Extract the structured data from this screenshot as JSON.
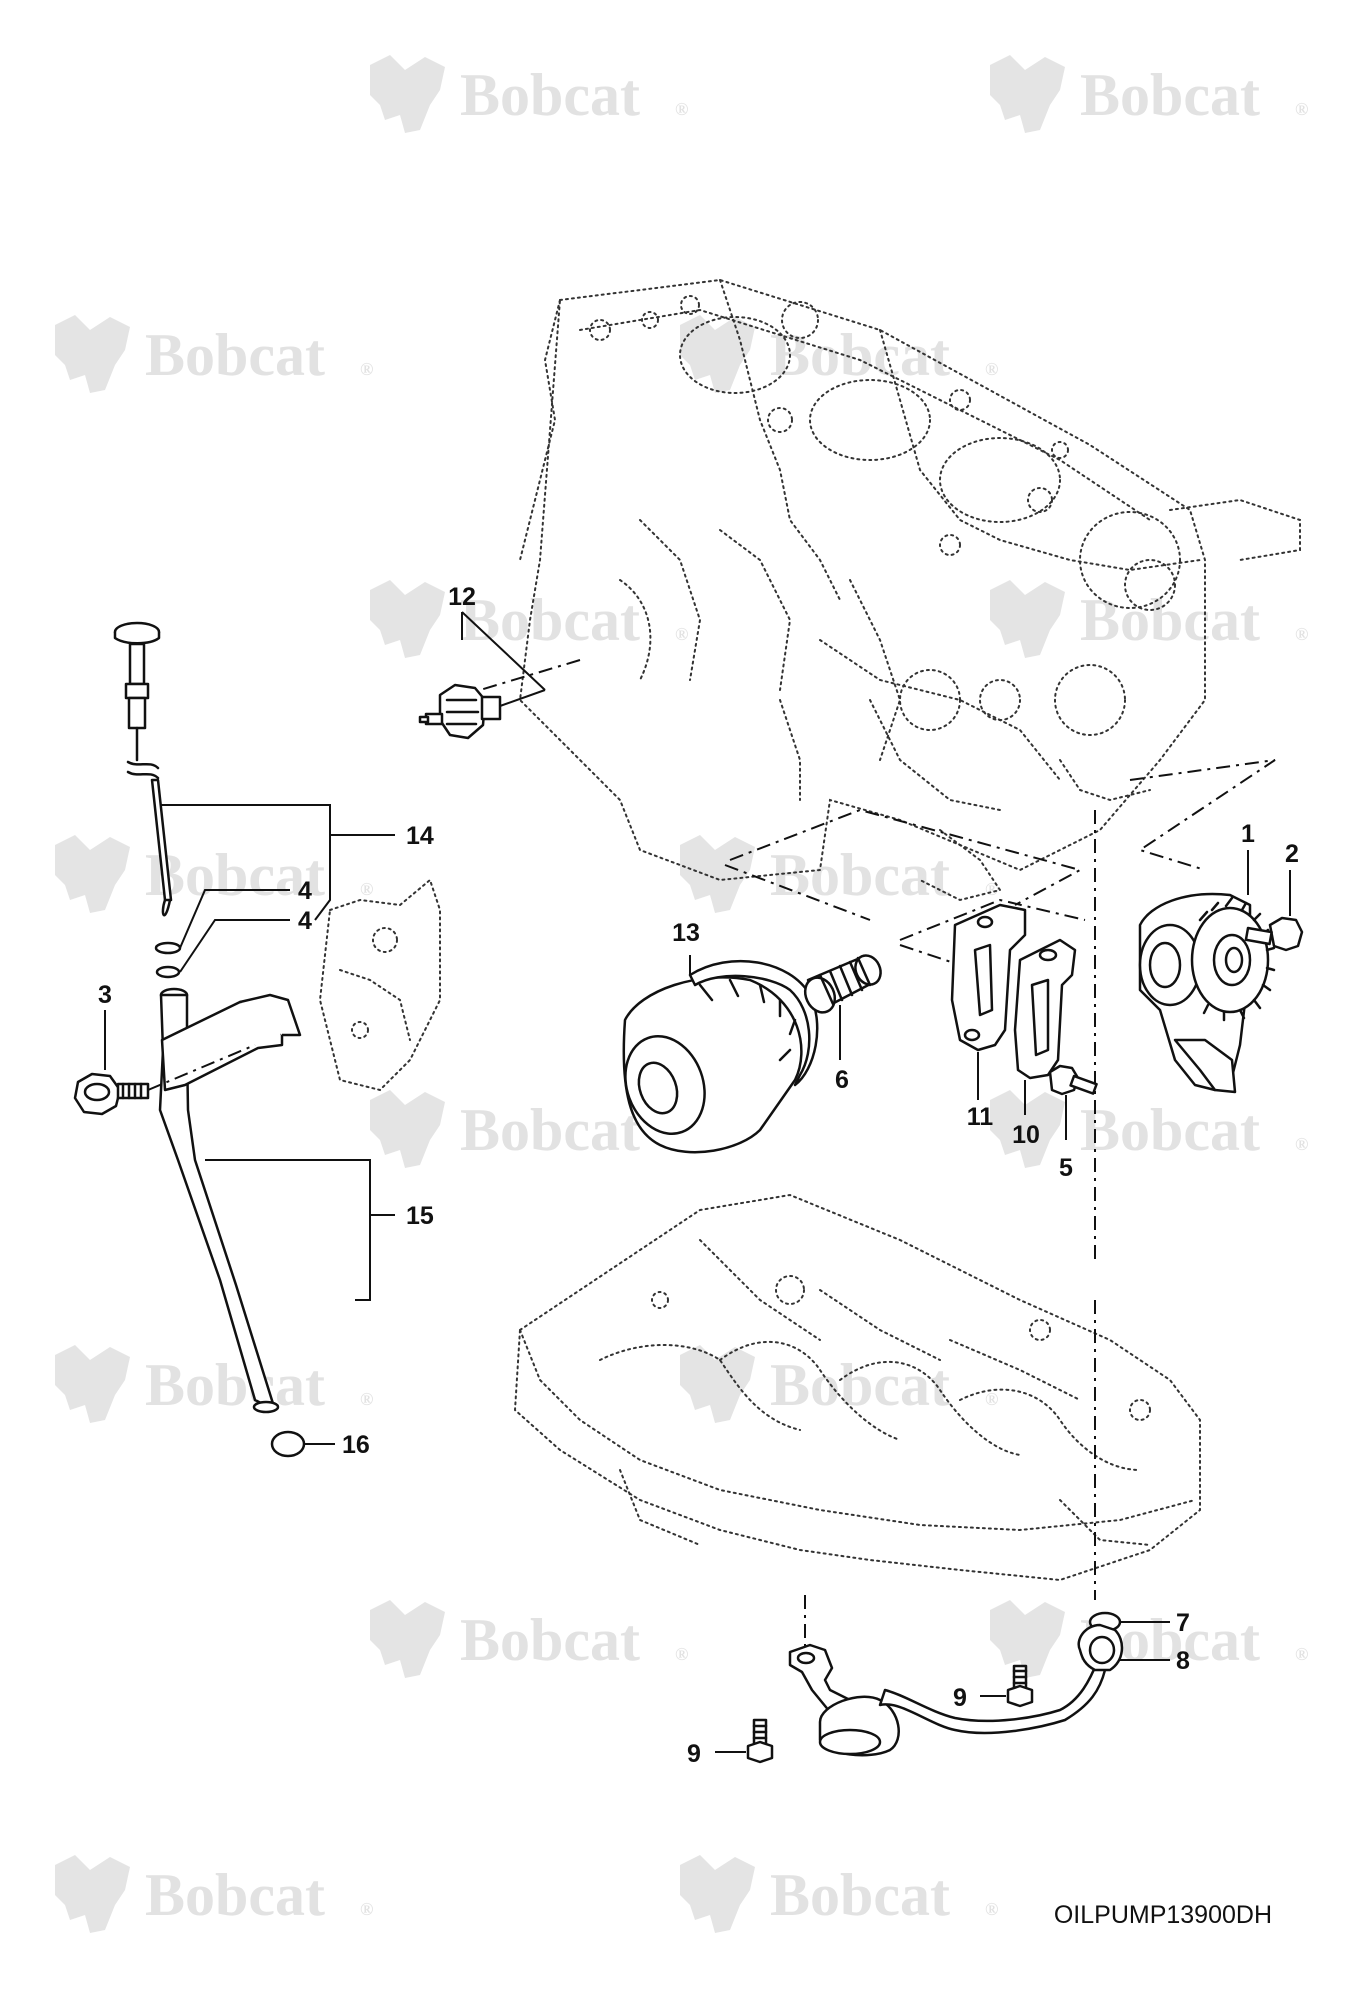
{
  "diagram": {
    "drawing_code": "OILPUMP13900DH",
    "watermark_text": "Bobcat",
    "watermark_mark": "®",
    "callouts": [
      {
        "id": "c1",
        "label": "1"
      },
      {
        "id": "c2",
        "label": "2"
      },
      {
        "id": "c3",
        "label": "3"
      },
      {
        "id": "c4a",
        "label": "4"
      },
      {
        "id": "c4b",
        "label": "4"
      },
      {
        "id": "c5",
        "label": "5"
      },
      {
        "id": "c6",
        "label": "6"
      },
      {
        "id": "c7",
        "label": "7"
      },
      {
        "id": "c8",
        "label": "8"
      },
      {
        "id": "c9a",
        "label": "9"
      },
      {
        "id": "c9b",
        "label": "9"
      },
      {
        "id": "c10",
        "label": "10"
      },
      {
        "id": "c11",
        "label": "11"
      },
      {
        "id": "c12",
        "label": "12"
      },
      {
        "id": "c13",
        "label": "13"
      },
      {
        "id": "c14",
        "label": "14"
      },
      {
        "id": "c15",
        "label": "15"
      },
      {
        "id": "c16",
        "label": "16"
      }
    ]
  }
}
